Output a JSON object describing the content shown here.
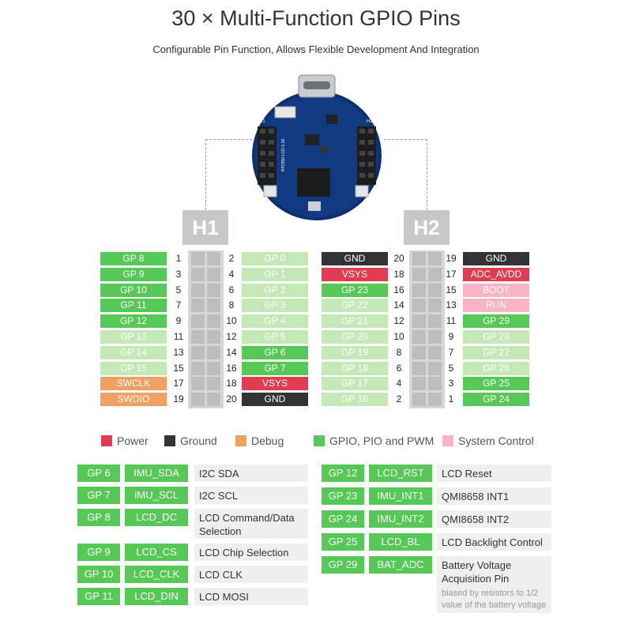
{
  "title": "30 × Multi-Function GPIO Pins",
  "subtitle": "Configurable Pin Function, Allows Flexible Development And Integration",
  "colors": {
    "power": "#e13c50",
    "ground": "#333333",
    "debug": "#f0a060",
    "gpio": "#55c855",
    "gpio_light": "#c4e8b6",
    "system": "#f7b5c4",
    "system_text": "#ffffff"
  },
  "headers": {
    "h1": "H1",
    "h2": "H2"
  },
  "board_text": {
    "label_h1": "H1",
    "label_h2": "H2",
    "model": "RP2350-LCD-1.28"
  },
  "h1": {
    "rows": [
      {
        "left": "GP 8",
        "ln": "1",
        "rn": "2",
        "right": "GP 0",
        "lt": "gpio",
        "rt": "gpio_light"
      },
      {
        "left": "GP 9",
        "ln": "3",
        "rn": "4",
        "right": "GP 1",
        "lt": "gpio",
        "rt": "gpio_light"
      },
      {
        "left": "GP 10",
        "ln": "5",
        "rn": "6",
        "right": "GP 2",
        "lt": "gpio",
        "rt": "gpio_light"
      },
      {
        "left": "GP 11",
        "ln": "7",
        "rn": "8",
        "right": "GP 3",
        "lt": "gpio",
        "rt": "gpio_light"
      },
      {
        "left": "GP 12",
        "ln": "9",
        "rn": "10",
        "right": "GP 4",
        "lt": "gpio",
        "rt": "gpio_light"
      },
      {
        "left": "GP 13",
        "ln": "11",
        "rn": "12",
        "right": "GP 5",
        "lt": "gpio_light",
        "rt": "gpio_light"
      },
      {
        "left": "GP 14",
        "ln": "13",
        "rn": "14",
        "right": "GP 6",
        "lt": "gpio_light",
        "rt": "gpio"
      },
      {
        "left": "GP 15",
        "ln": "15",
        "rn": "16",
        "right": "GP 7",
        "lt": "gpio_light",
        "rt": "gpio"
      },
      {
        "left": "SWCLK",
        "ln": "17",
        "rn": "18",
        "right": "VSYS",
        "lt": "debug",
        "rt": "power"
      },
      {
        "left": "SWDIO",
        "ln": "19",
        "rn": "20",
        "right": "GND",
        "lt": "debug",
        "rt": "ground"
      }
    ]
  },
  "h2": {
    "rows": [
      {
        "left": "GND",
        "ln": "20",
        "rn": "19",
        "right": "GND",
        "lt": "ground",
        "rt": "ground"
      },
      {
        "left": "VSYS",
        "ln": "18",
        "rn": "17",
        "right": "ADC_AVDD",
        "lt": "power",
        "rt": "power"
      },
      {
        "left": "GP 23",
        "ln": "16",
        "rn": "15",
        "right": "BOOT",
        "lt": "gpio",
        "rt": "system"
      },
      {
        "left": "GP 22",
        "ln": "14",
        "rn": "13",
        "right": "RUN",
        "lt": "gpio_light",
        "rt": "system"
      },
      {
        "left": "GP 21",
        "ln": "12",
        "rn": "11",
        "right": "GP 29",
        "lt": "gpio_light",
        "rt": "gpio"
      },
      {
        "left": "GP 20",
        "ln": "10",
        "rn": "9",
        "right": "GP 28",
        "lt": "gpio_light",
        "rt": "gpio_light"
      },
      {
        "left": "GP 19",
        "ln": "8",
        "rn": "7",
        "right": "GP 27",
        "lt": "gpio_light",
        "rt": "gpio_light"
      },
      {
        "left": "GP 18",
        "ln": "6",
        "rn": "5",
        "right": "GP 26",
        "lt": "gpio_light",
        "rt": "gpio_light"
      },
      {
        "left": "GP 17",
        "ln": "4",
        "rn": "3",
        "right": "GP 25",
        "lt": "gpio_light",
        "rt": "gpio"
      },
      {
        "left": "GP 16",
        "ln": "2",
        "rn": "1",
        "right": "GP 24",
        "lt": "gpio_light",
        "rt": "gpio"
      }
    ]
  },
  "legend": [
    {
      "label": "Power",
      "color": "power"
    },
    {
      "label": "Ground",
      "color": "ground"
    },
    {
      "label": "Debug",
      "color": "debug"
    },
    {
      "label": "GPIO, PIO and PWM",
      "color": "gpio"
    },
    {
      "label": "System Control",
      "color": "system"
    }
  ],
  "functions_left": [
    {
      "gp": "GP 6",
      "sig": "IMU_SDA",
      "desc": "I2C SDA"
    },
    {
      "gp": "GP 7",
      "sig": "IMU_SCL",
      "desc": "I2C SCL"
    },
    {
      "gp": "GP 8",
      "sig": "LCD_DC",
      "desc": "LCD Command/Data Selection"
    },
    {
      "gp": "GP 9",
      "sig": "LCD_CS",
      "desc": "LCD Chip Selection"
    },
    {
      "gp": "GP 10",
      "sig": "LCD_CLK",
      "desc": "LCD CLK"
    },
    {
      "gp": "GP 11",
      "sig": "LCD_DIN",
      "desc": "LCD MOSI"
    }
  ],
  "functions_right": [
    {
      "gp": "GP 12",
      "sig": "LCD_RST",
      "desc": "LCD Reset"
    },
    {
      "gp": "GP 23",
      "sig": "IMU_INT1",
      "desc": "QMI8658 INT1"
    },
    {
      "gp": "GP 24",
      "sig": "IMU_INT2",
      "desc": "QMI8658 INT2"
    },
    {
      "gp": "GP 25",
      "sig": "LCD_BL",
      "desc": "LCD Backlight Control"
    },
    {
      "gp": "GP 29",
      "sig": "BAT_ADC",
      "desc": "Battery Voltage Acquisition Pin",
      "note": "biased by resistors to 1/2 value of the battery voltage"
    }
  ]
}
